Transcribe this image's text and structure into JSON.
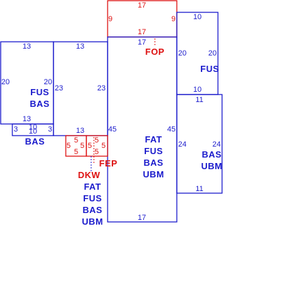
{
  "colors": {
    "blue": "#1a1acc",
    "red": "#dd1111",
    "background": "#ffffff"
  },
  "top_section": {
    "top": "17",
    "bottom": "17",
    "left": "9",
    "right": "9"
  },
  "fop": {
    "label": "FOP"
  },
  "main_section": {
    "top": "17",
    "left": "45",
    "right": "45",
    "bottom": "17",
    "labels": [
      "FAT",
      "FUS",
      "BAS",
      "UBM"
    ]
  },
  "right_upper_section": {
    "top": "10",
    "left": "20",
    "right": "20",
    "bottom": "10",
    "label": "FUS"
  },
  "right_lower_section": {
    "top": "11",
    "left": "24",
    "right": "24",
    "bottom": "11",
    "labels": [
      "BAS",
      "UBM"
    ]
  },
  "left_upper_section": {
    "top": "13",
    "left": "20",
    "right": "20",
    "bottom": "13",
    "labels": [
      "FUS",
      "BAS"
    ]
  },
  "left_middle_section": {
    "top": "13",
    "left": "23",
    "right": "23",
    "bottom": "13"
  },
  "bas_strip": {
    "left": "3",
    "right": "3",
    "top": "10",
    "bottom": "10",
    "label": "BAS"
  },
  "fep": {
    "label": "FEP",
    "dims": [
      "5",
      "5",
      "5",
      "5",
      "5",
      "5",
      "5",
      "5"
    ]
  },
  "dkw": {
    "label": "DKW",
    "labels": [
      "FAT",
      "FUS",
      "BAS",
      "UBM"
    ]
  }
}
